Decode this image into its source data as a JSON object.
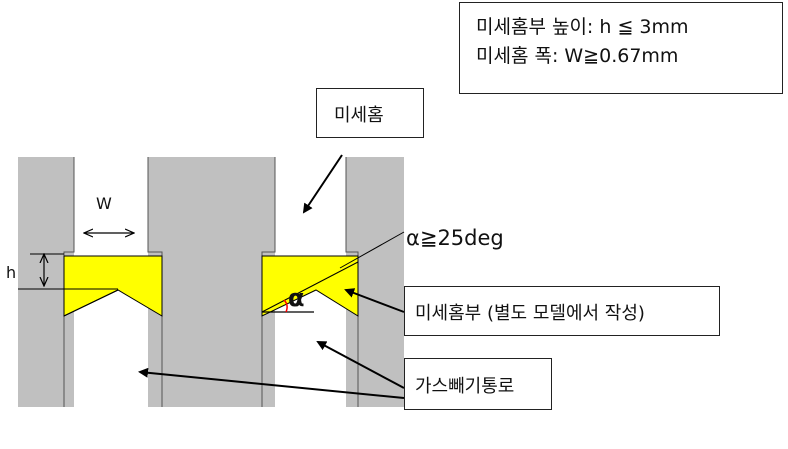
{
  "spec": {
    "line1": "미세홈부 높이: h ≦ 3mm",
    "line2": "미세홈 폭: W≧0.67mm"
  },
  "labels": {
    "groove": "미세홈",
    "groove_part": "미세홈부 (별도 모델에서 작성)",
    "vent_path": "가스빼기통로",
    "width_symbol": "W",
    "height_symbol": "h",
    "angle_condition": "α≧25deg",
    "angle_symbol": "α"
  },
  "colors": {
    "wall": "#c0c0c0",
    "groove_part": "#ffff00",
    "outline": "#000000",
    "angle_arc": "#ff0000"
  }
}
